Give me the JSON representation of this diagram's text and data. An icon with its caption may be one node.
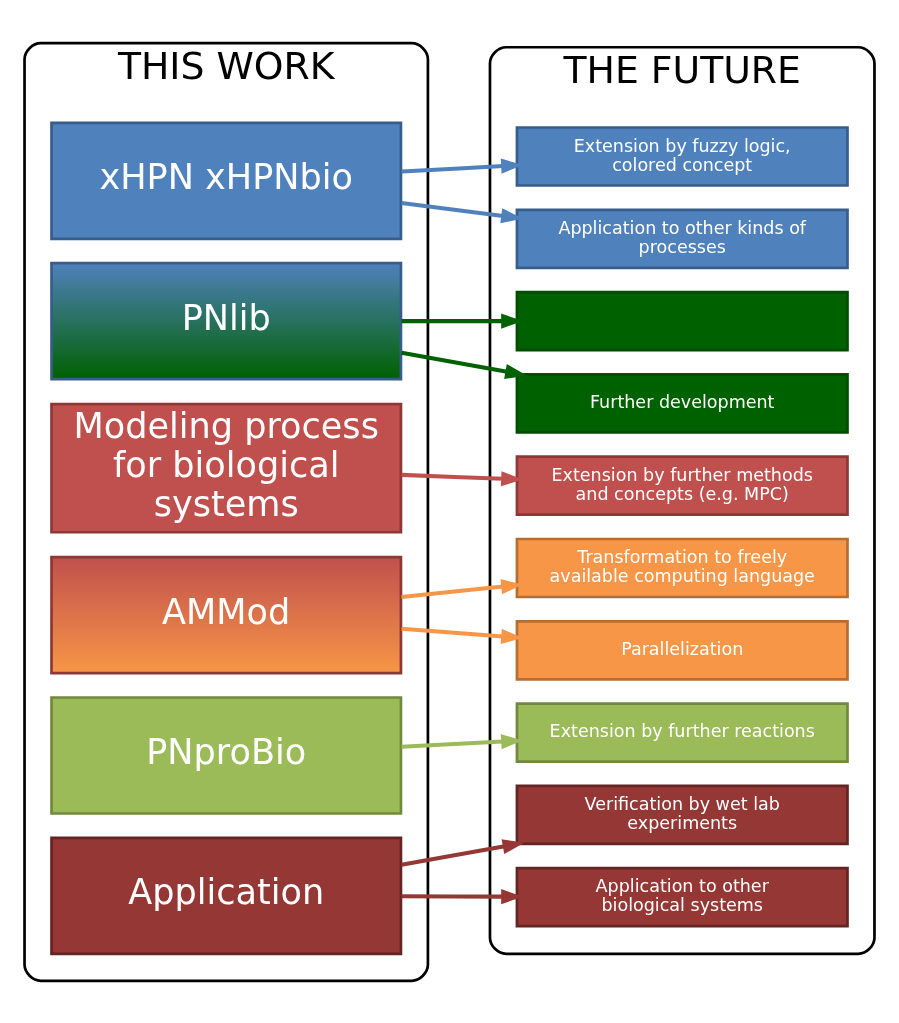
{
  "diagram": {
    "nodes": [
      {
        "text": [
          "THIS WORK"
        ]
      },
      {
        "text": [
          "xHPN xHPNbio"
        ],
        "in": 0
      },
      {
        "text": [
          "PNlib"
        ],
        "in": 0
      },
      {
        "text": [
          "Modeling process for biological systems"
        ],
        "in": 0
      },
      {
        "text": [
          "AMMod"
        ],
        "in": 0
      },
      {
        "text": [
          "PNproBio"
        ],
        "in": 0
      },
      {
        "text": [
          "Application"
        ],
        "in": 0
      },
      {
        "text": [
          "THE FUTURE"
        ]
      },
      {
        "text": [
          "Extension by fuzzy logic, colored concept"
        ],
        "in": 7
      },
      {
        "text": [
          "Application to other kinds of processes"
        ],
        "in": 7
      },
      {
        "text": [],
        "shape": "box",
        "in": 7
      },
      {
        "text": [
          "Further development"
        ],
        "in": 7
      },
      {
        "text": [
          "Extension by further methods and concepts (e.g. MPC)"
        ],
        "in": 7
      },
      {
        "text": [
          "Transformation to freely available computing language"
        ],
        "in": 7
      },
      {
        "text": [
          "Parallelization"
        ],
        "in": 7
      },
      {
        "text": [
          "Extension by further reactions"
        ],
        "in": 7
      },
      {
        "text": [
          "Verification by wet lab experiments"
        ],
        "in": 7
      },
      {
        "text": [
          "Application to other biological systems"
        ],
        "in": 7
      }
    ],
    "edges": [
      {
        "from": 1,
        "to": 8,
        "arrow": "to",
        "color": "#4f81bd"
      },
      {
        "from": 1,
        "to": 9,
        "arrow": "to",
        "color": "#4f81bd"
      },
      {
        "from": 2,
        "to": 10,
        "arrow": "to",
        "color": "#006100"
      },
      {
        "from": 2,
        "to": 11,
        "arrow": "to",
        "color": "#006100"
      },
      {
        "from": 3,
        "to": 12,
        "arrow": "to",
        "color": "#c0504d"
      },
      {
        "from": 4,
        "to": 13,
        "arrow": "to",
        "color": "#f79646"
      },
      {
        "from": 4,
        "to": 14,
        "arrow": "to",
        "color": "#f79646"
      },
      {
        "from": 5,
        "to": 15,
        "arrow": "to",
        "color": "#9bbb59"
      },
      {
        "from": 6,
        "to": 16,
        "arrow": "to",
        "color": "#953735"
      },
      {
        "from": 6,
        "to": 17,
        "arrow": "to",
        "color": "#953735"
      }
    ]
  }
}
